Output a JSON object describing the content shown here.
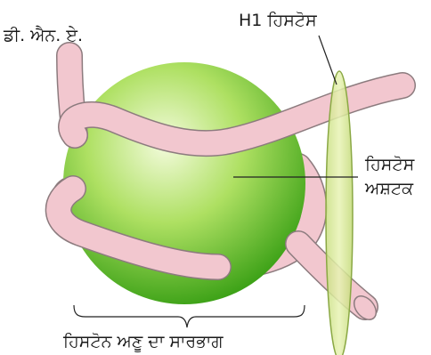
{
  "labels": {
    "dna": "ਡੀ. ਐਨ. ਏ.",
    "h1_histone": "H1 ਹਿਸਟੋਸ",
    "octamer_line1": "ਹਿਸਟੋਸ",
    "octamer_line2": "ਅਸ਼ਟਕ",
    "core": "ਹਿਸਟੋਨ ਅਣੂ ਦਾ ਸਾਰਭਾਗ"
  },
  "colors": {
    "sphere_light": "#eaf7c6",
    "sphere_mid": "#9ed94c",
    "sphere_dark": "#2f9a0e",
    "dna_fill": "#f2c7cf",
    "dna_outline": "#8c7b7e",
    "h1_fill": "#dcec9c",
    "h1_outline": "#8aa844"
  },
  "icons": {
    "dna": "dna-strand-icon",
    "octamer": "histone-octamer-sphere-icon",
    "h1": "h1-histone-disc-icon"
  }
}
